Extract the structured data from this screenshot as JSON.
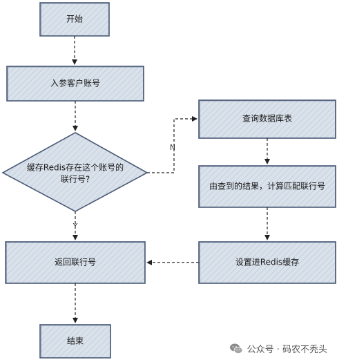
{
  "colors": {
    "box_fill": "#d9e1ea",
    "hatch": "#b9c6d5",
    "border": "#4a5a78",
    "arrow": "#222222"
  },
  "nodes": {
    "start": "开始",
    "input": "入参客户账号",
    "decision_line1": "缓存Redis存在这个账号的",
    "decision_line2": "联行号?",
    "query_db": "查询数据库表",
    "match": "由查到的结果，计算匹配联行号",
    "set_cache": "设置进Redis缓存",
    "return": "返回联行号",
    "end": "结束"
  },
  "edges": {
    "no_label": "N",
    "yes_label": "Y"
  },
  "watermark": {
    "icon": "wechat-icon",
    "text": "公众号 · 码农不秃头"
  }
}
